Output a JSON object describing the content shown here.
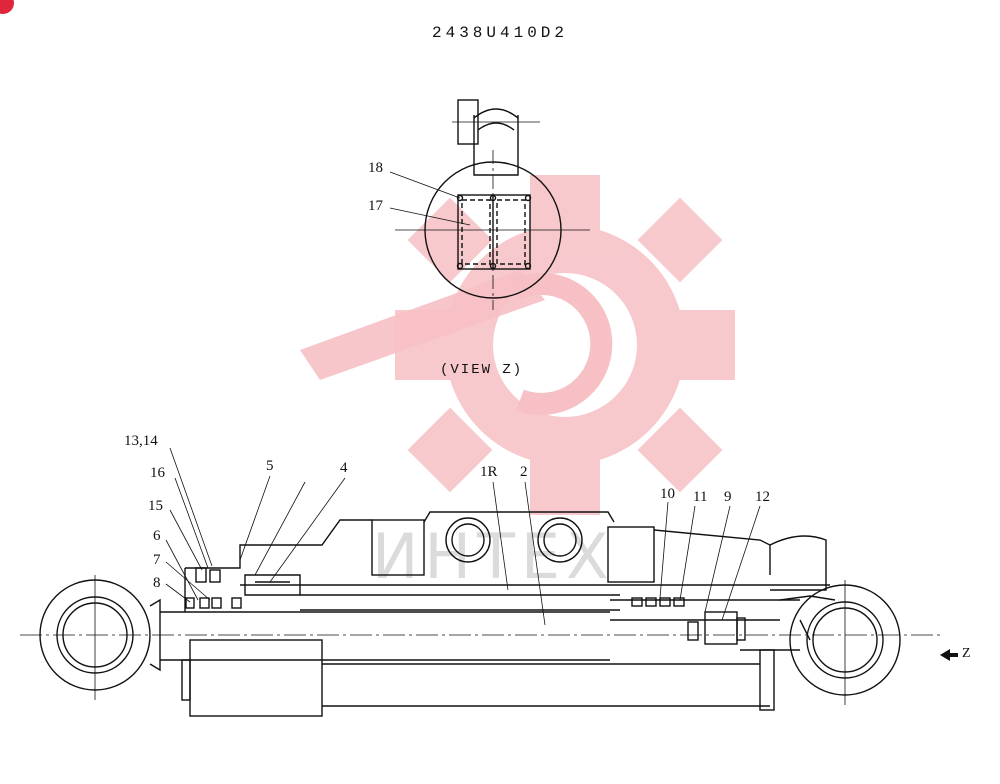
{
  "drawing_number": "2438U410D2",
  "view_label": "(VIEW Z)",
  "watermark_text": "ИНТЕХ",
  "arrow_label": "Z",
  "colors": {
    "watermark": "#f4b7bd",
    "ink": "#111111",
    "brand": "#e0263a"
  },
  "callouts": {
    "c18": "18",
    "c17": "17",
    "c13_14": "13,14",
    "c16": "16",
    "c15": "15",
    "c6": "6",
    "c7": "7",
    "c8": "8",
    "c5": "5",
    "c4": "4",
    "c1R": "1R",
    "c2": "2",
    "c10": "10",
    "c11": "11",
    "c9": "9",
    "c12": "12"
  }
}
